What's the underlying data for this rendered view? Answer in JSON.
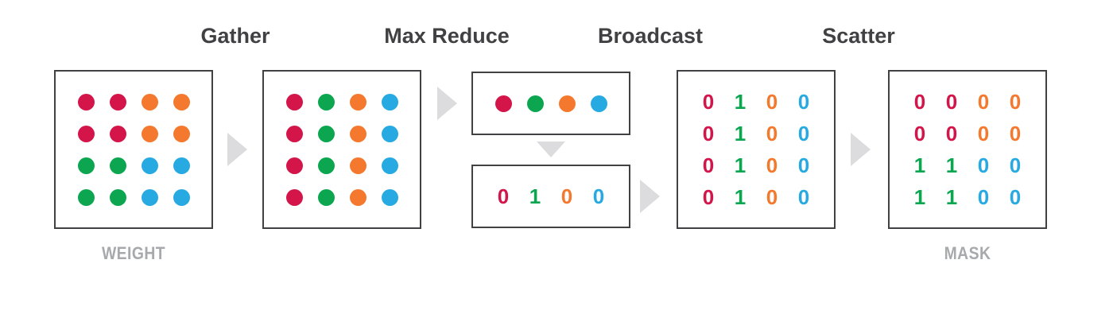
{
  "palette": {
    "red": "#D31549",
    "green": "#0BA64F",
    "orange": "#F4792E",
    "blue": "#27A9E1",
    "box_border": "#414042",
    "title_text": "#414042",
    "caption_text": "#A7A9AC",
    "arrow": "#DCDCDE"
  },
  "stages": [
    "Gather",
    "Max Reduce",
    "Broadcast",
    "Scatter"
  ],
  "boxes": {
    "weight": {
      "caption": "WEIGHT",
      "type": "dots",
      "grid": [
        [
          "red",
          "red",
          "orange",
          "orange"
        ],
        [
          "red",
          "red",
          "orange",
          "orange"
        ],
        [
          "green",
          "green",
          "blue",
          "blue"
        ],
        [
          "green",
          "green",
          "blue",
          "blue"
        ]
      ]
    },
    "gathered": {
      "type": "dots",
      "grid": [
        [
          "red",
          "green",
          "orange",
          "blue"
        ],
        [
          "red",
          "green",
          "orange",
          "blue"
        ],
        [
          "red",
          "green",
          "orange",
          "blue"
        ],
        [
          "red",
          "green",
          "orange",
          "blue"
        ]
      ]
    },
    "max_reduced": {
      "type": "dots",
      "grid": [
        [
          "red",
          "green",
          "orange",
          "blue"
        ]
      ]
    },
    "reduced_values": {
      "type": "digits",
      "grid": [
        [
          {
            "value": "0",
            "color": "red"
          },
          {
            "value": "1",
            "color": "green"
          },
          {
            "value": "0",
            "color": "orange"
          },
          {
            "value": "0",
            "color": "blue"
          }
        ]
      ]
    },
    "broadcast": {
      "type": "digits",
      "grid": [
        [
          {
            "value": "0",
            "color": "red"
          },
          {
            "value": "1",
            "color": "green"
          },
          {
            "value": "0",
            "color": "orange"
          },
          {
            "value": "0",
            "color": "blue"
          }
        ],
        [
          {
            "value": "0",
            "color": "red"
          },
          {
            "value": "1",
            "color": "green"
          },
          {
            "value": "0",
            "color": "orange"
          },
          {
            "value": "0",
            "color": "blue"
          }
        ],
        [
          {
            "value": "0",
            "color": "red"
          },
          {
            "value": "1",
            "color": "green"
          },
          {
            "value": "0",
            "color": "orange"
          },
          {
            "value": "0",
            "color": "blue"
          }
        ],
        [
          {
            "value": "0",
            "color": "red"
          },
          {
            "value": "1",
            "color": "green"
          },
          {
            "value": "0",
            "color": "orange"
          },
          {
            "value": "0",
            "color": "blue"
          }
        ]
      ]
    },
    "mask": {
      "caption": "MASK",
      "type": "digits",
      "grid": [
        [
          {
            "value": "0",
            "color": "red"
          },
          {
            "value": "0",
            "color": "red"
          },
          {
            "value": "0",
            "color": "orange"
          },
          {
            "value": "0",
            "color": "orange"
          }
        ],
        [
          {
            "value": "0",
            "color": "red"
          },
          {
            "value": "0",
            "color": "red"
          },
          {
            "value": "0",
            "color": "orange"
          },
          {
            "value": "0",
            "color": "orange"
          }
        ],
        [
          {
            "value": "1",
            "color": "green"
          },
          {
            "value": "1",
            "color": "green"
          },
          {
            "value": "0",
            "color": "blue"
          },
          {
            "value": "0",
            "color": "blue"
          }
        ],
        [
          {
            "value": "1",
            "color": "green"
          },
          {
            "value": "1",
            "color": "green"
          },
          {
            "value": "0",
            "color": "blue"
          },
          {
            "value": "0",
            "color": "blue"
          }
        ]
      ]
    }
  }
}
